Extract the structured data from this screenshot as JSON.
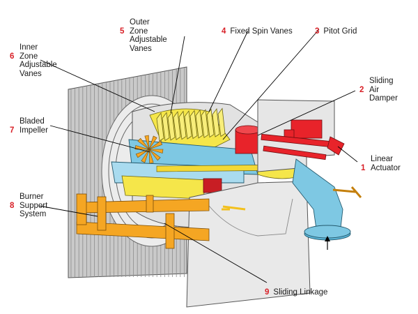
{
  "colors": {
    "wall": "#cfcfcf",
    "wall_dark": "#8a8a8a",
    "slab": "#e6e6e6",
    "blue": "#7ec8e3",
    "yellow": "#f5e64a",
    "red": "#e8232a",
    "orange": "#f5a623",
    "number": "#d81f26"
  },
  "labels": [
    {
      "num": "1",
      "text": "Linear\nActuator",
      "icon": "linear-actuator"
    },
    {
      "num": "2",
      "text": "Sliding Air\nDamper",
      "icon": "sliding-air-damper"
    },
    {
      "num": "3",
      "text": "Pitot Grid",
      "icon": "pitot-grid"
    },
    {
      "num": "4",
      "text": "Fixed Spin Vanes",
      "icon": "fixed-spin-vanes"
    },
    {
      "num": "5",
      "text": "Outer Zone\nAdjustable\nVanes",
      "icon": "outer-zone-vanes"
    },
    {
      "num": "6",
      "text": "Inner Zone\nAdjustable\nVanes",
      "icon": "inner-zone-vanes"
    },
    {
      "num": "7",
      "text": "Bladed\nImpeller",
      "icon": "bladed-impeller"
    },
    {
      "num": "8",
      "text": "Burner\nSupport\nSystem",
      "icon": "burner-support"
    },
    {
      "num": "9",
      "text": "Sliding Linkage",
      "icon": "sliding-linkage"
    }
  ]
}
